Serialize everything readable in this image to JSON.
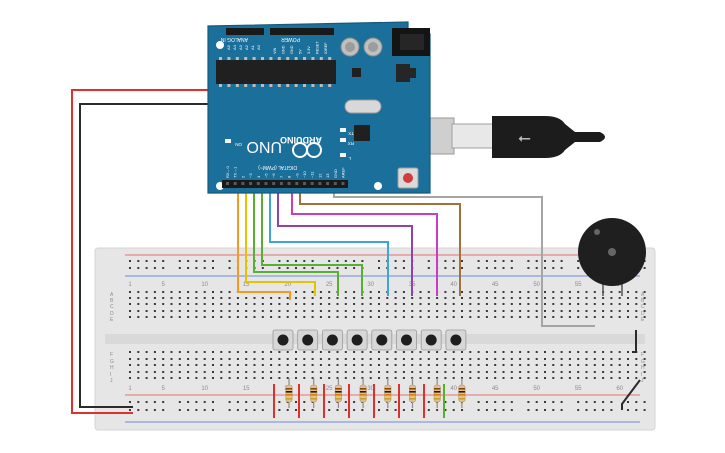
{
  "arduino": {
    "brand": "ARDUINO",
    "model": "UNO",
    "analog_header": "ANALOG IN",
    "power_header": "POWER",
    "digital_header": "DIGITAL (PWM~)",
    "analog_pins": [
      "A5",
      "A4",
      "A3",
      "A2",
      "A1",
      "A0"
    ],
    "power_pins": [
      "VIN",
      "GND",
      "GND",
      "5V",
      "3.3V",
      "RESET",
      "IOREF"
    ],
    "digital_pins": [
      "AREF",
      "GND",
      "13",
      "12",
      "~11",
      "~10",
      "~9",
      "8",
      "7",
      "~6",
      "~5",
      "4",
      "~3",
      "2",
      "TX→1",
      "RX←0"
    ],
    "labels": {
      "tx": "TX",
      "rx": "RX",
      "on": "ON",
      "l": "L"
    }
  },
  "breadboard": {
    "column_numbers": [
      "1",
      "5",
      "10",
      "15",
      "20",
      "25",
      "30",
      "35",
      "40",
      "45",
      "50",
      "55",
      "60"
    ],
    "row_letters_top": [
      "A",
      "B",
      "C",
      "D",
      "E"
    ],
    "row_letters_bottom": [
      "F",
      "G",
      "H",
      "I",
      "J"
    ],
    "button_count": 8,
    "resistor_count": 8
  },
  "colors": {
    "board_blue": "#1b6f9b",
    "breadboard": "#e6e6e6",
    "wire_red": "#e0302c",
    "wire_black": "#2b2b2b",
    "wire_orange": "#f49a1e",
    "wire_yellow": "#e8c100",
    "wire_green": "#57b02f",
    "wire_cyan": "#3aa7d6",
    "wire_purple": "#8e44ad",
    "wire_magenta": "#c93ec0",
    "wire_brown": "#a0723c",
    "wire_gray": "#a5a5a5"
  }
}
